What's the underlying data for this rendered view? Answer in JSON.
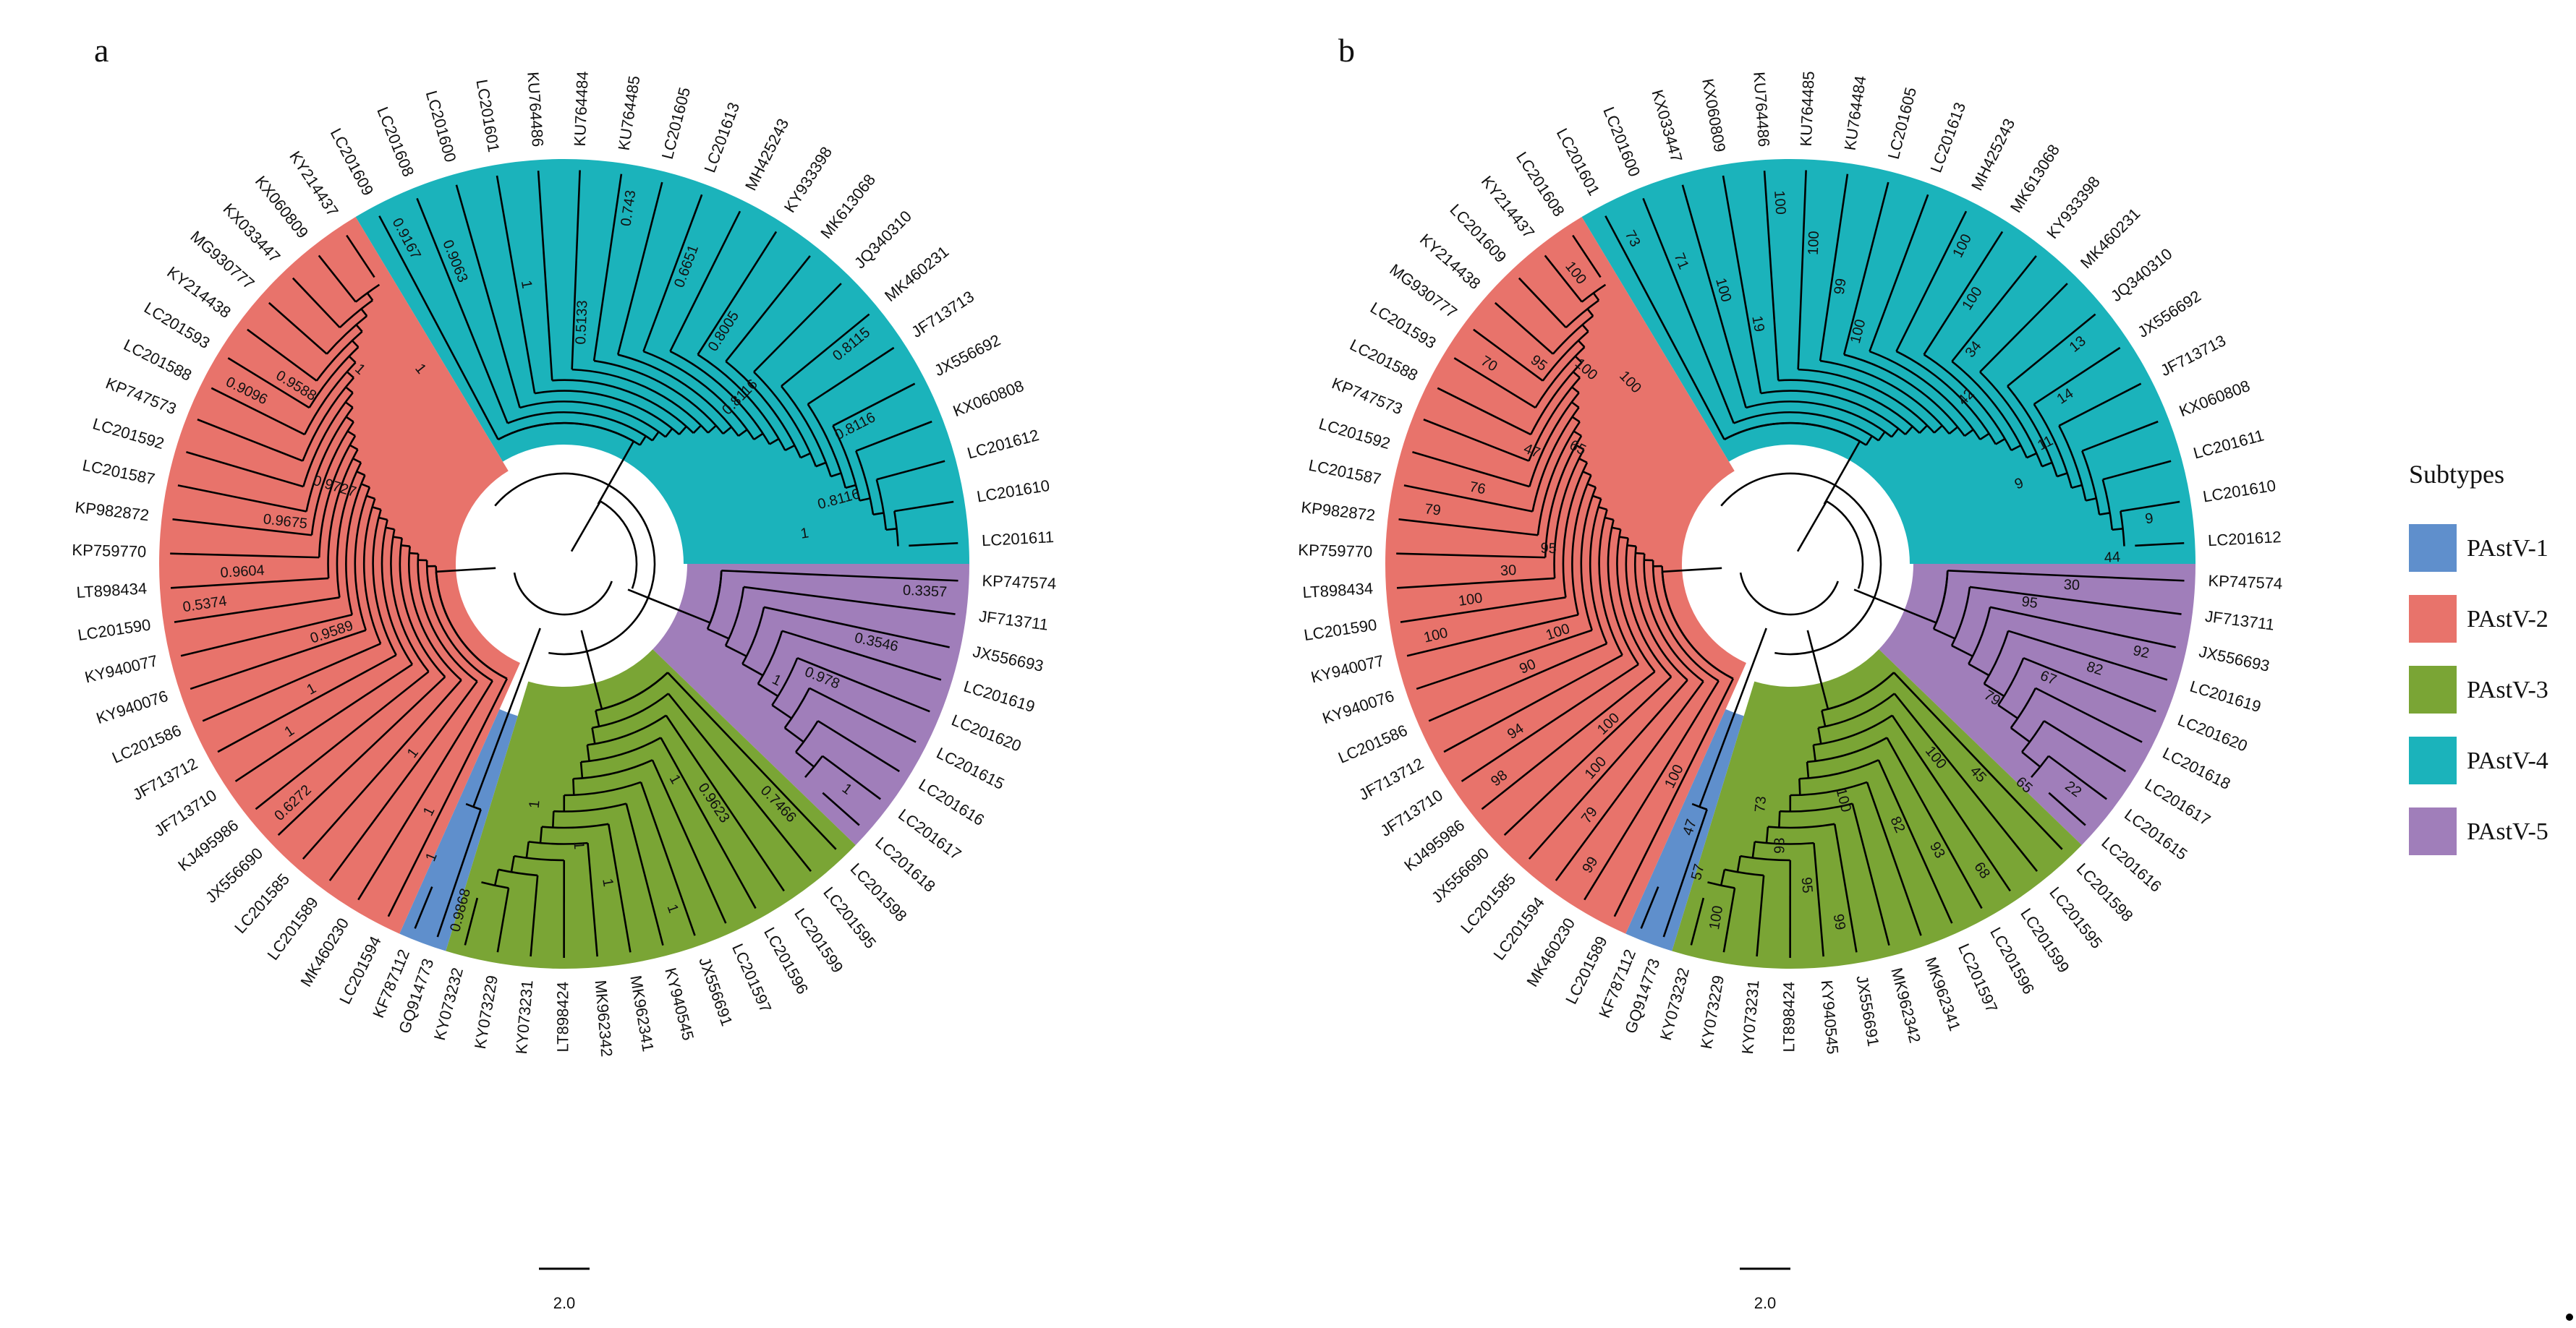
{
  "panels": [
    {
      "id": "a",
      "label": "a",
      "scale_label": "2.0",
      "clades": [
        {
          "subtype": "PAstV-4",
          "tips": [
            "LC201609",
            "LC201608",
            "LC201600",
            "LC201601",
            "KU764486",
            "KU764484",
            "KU764485",
            "LC201605",
            "LC201613",
            "MH425243",
            "KY933398",
            "MK613068",
            "JQ340310",
            "MK460231",
            "JF713713",
            "JX556692",
            "KX060808",
            "LC201612",
            "LC201610",
            "LC201611"
          ]
        },
        {
          "subtype": "PAstV-5",
          "tips": [
            "KP747574",
            "JF713711",
            "JX556693",
            "LC201619",
            "LC201620",
            "LC201615",
            "LC201616",
            "LC201617",
            "LC201618"
          ]
        },
        {
          "subtype": "PAstV-3",
          "tips": [
            "LC201598",
            "LC201595",
            "LC201599",
            "LC201596",
            "LC201597",
            "JX556691",
            "KY940545",
            "MK962341",
            "MK962342",
            "LT898424",
            "KY073231",
            "KY073229",
            "KY073232"
          ]
        },
        {
          "subtype": "PAstV-1",
          "tips": [
            "GQ914773",
            "KF787112"
          ]
        },
        {
          "subtype": "PAstV-2",
          "tips": [
            "LC201594",
            "MK460230",
            "LC201589",
            "LC201585",
            "JX556690",
            "KJ495986",
            "JF713710",
            "JF713712",
            "LC201586",
            "KY940076",
            "KY940077",
            "LC201590",
            "LT898434",
            "KP759770",
            "KP982872",
            "LC201587",
            "LC201592",
            "KP747573",
            "LC201588",
            "LC201593",
            "KY214438",
            "MG930777",
            "KX033447",
            "KX060809",
            "KY214437"
          ]
        }
      ],
      "branch_labels": [
        "0.9167",
        "0.9063",
        "1",
        "0.5133",
        "0.743",
        "0.6651",
        "0.8005",
        "0.8116",
        "0.8115",
        "0.8116",
        "0.8116",
        "1",
        "0.3357",
        "0.3546",
        "0.978",
        "1",
        "1",
        "0.7466",
        "0.9623",
        "1",
        "1",
        "1",
        "1",
        "1",
        "0.9868",
        "1",
        "1",
        "1",
        "0.6272",
        "1",
        "1",
        "0.9589",
        "0.5374",
        "0.9604",
        "0.9675",
        "0.9727",
        "0.9096",
        "0.9588",
        "1",
        "1"
      ]
    },
    {
      "id": "b",
      "label": "b",
      "scale_label": "2.0",
      "clades": [
        {
          "subtype": "PAstV-4",
          "tips": [
            "LC201601",
            "LC201600",
            "KX033447",
            "KX060809",
            "KU764486",
            "KU764485",
            "KU764484",
            "LC201605",
            "LC201613",
            "MH425243",
            "MK613068",
            "KY933398",
            "MK460231",
            "JQ340310",
            "JX556692",
            "JF713713",
            "KX060808",
            "LC201611",
            "LC201610",
            "LC201612"
          ]
        },
        {
          "subtype": "PAstV-5",
          "tips": [
            "KP747574",
            "JF713711",
            "JX556693",
            "LC201619",
            "LC201620",
            "LC201618",
            "LC201617",
            "LC201615",
            "LC201616"
          ]
        },
        {
          "subtype": "PAstV-3",
          "tips": [
            "LC201598",
            "LC201595",
            "LC201599",
            "LC201596",
            "LC201597",
            "MK962341",
            "MK962342",
            "JX556691",
            "KY940545",
            "LT898424",
            "KY073231",
            "KY073229",
            "KY073232"
          ]
        },
        {
          "subtype": "PAstV-1",
          "tips": [
            "GQ914773",
            "KF787112"
          ]
        },
        {
          "subtype": "PAstV-2",
          "tips": [
            "LC201589",
            "MK460230",
            "LC201594",
            "LC201585",
            "JX556690",
            "KJ495986",
            "JF713710",
            "JF713712",
            "LC201586",
            "KY940076",
            "KY940077",
            "LC201590",
            "LT898434",
            "KP759770",
            "KP982872",
            "LC201587",
            "LC201592",
            "KP747573",
            "LC201588",
            "LC201593",
            "MG930777",
            "KY214438",
            "LC201609",
            "KY214437",
            "LC201608"
          ]
        }
      ],
      "branch_labels": [
        "73",
        "71",
        "100",
        "19",
        "100",
        "100",
        "99",
        "100",
        "100",
        "100",
        "34",
        "42",
        "13",
        "14",
        "11",
        "9",
        "9",
        "44",
        "30",
        "95",
        "92",
        "82",
        "67",
        "79",
        "22",
        "65",
        "45",
        "100",
        "68",
        "93",
        "82",
        "100",
        "99",
        "95",
        "93",
        "73",
        "100",
        "57",
        "47",
        "100",
        "99",
        "79",
        "100",
        "100",
        "98",
        "94",
        "90",
        "100",
        "100",
        "100",
        "30",
        "95",
        "79",
        "76",
        "47",
        "65",
        "70",
        "95",
        "100",
        "100",
        "100"
      ]
    }
  ],
  "legend": {
    "title": "Subtypes",
    "items": [
      {
        "label": "PAstV-1",
        "color": "#5f8fcc"
      },
      {
        "label": "PAstV-2",
        "color": "#e8736b"
      },
      {
        "label": "PAstV-3",
        "color": "#7aa535"
      },
      {
        "label": "PAstV-4",
        "color": "#1bb3bb"
      },
      {
        "label": "PAstV-5",
        "color": "#a07eba"
      }
    ]
  }
}
